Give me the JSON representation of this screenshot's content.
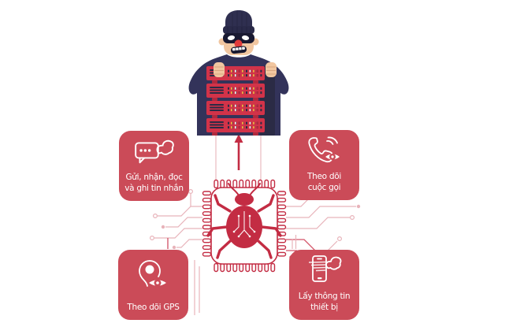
{
  "colors": {
    "card_red": "#cb4b58",
    "accent_red": "#c32c43",
    "server_red": "#d23349",
    "server_dark": "#2b2b45",
    "navy_sweater": "#33335a",
    "beanie_navy": "#2f2f50",
    "mask_black": "#191931",
    "skin": "#f1c6a0",
    "nose_red": "#e13b3b",
    "led_yellow": "#eda33f",
    "trace_pink": "#e8b3ba",
    "trace_red": "#d4556a",
    "text_white": "#ffffff"
  },
  "cards": [
    {
      "id": "messages",
      "icon": "message-hand-icon",
      "lines": [
        "Gửi, nhận, đọc",
        "và ghi tin nhắn"
      ]
    },
    {
      "id": "calls",
      "icon": "phone-eye-icon",
      "lines": [
        "Theo dõi",
        "cuộc gọi"
      ]
    },
    {
      "id": "gps",
      "icon": "gps-eye-icon",
      "lines": [
        "Theo dõi GPS"
      ]
    },
    {
      "id": "device",
      "icon": "device-hand-icon",
      "lines": [
        "Lấy thông tin",
        "thiết bị"
      ]
    }
  ],
  "illustration": {
    "figures": [
      "hacker-figure",
      "server-stack",
      "chip-icon",
      "bug-icon",
      "up-arrow-icon",
      "circuit-traces"
    ]
  }
}
